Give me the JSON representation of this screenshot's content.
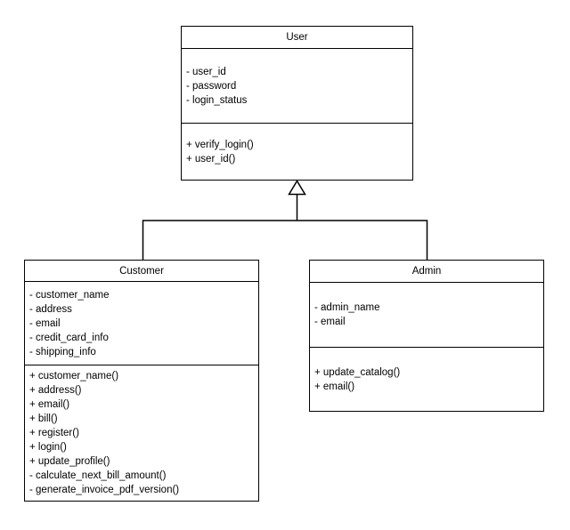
{
  "diagram": {
    "type": "uml-class-diagram",
    "background_color": "#ffffff",
    "stroke_color": "#000000",
    "text_color": "#000000",
    "classes": [
      {
        "name": "User",
        "attributes": [
          "- user_id",
          "- password",
          "- login_status"
        ],
        "methods": [
          "+ verify_login()",
          "+ user_id()"
        ]
      },
      {
        "name": "Customer",
        "attributes": [
          "- customer_name",
          "- address",
          "- email",
          "- credit_card_info",
          "- shipping_info"
        ],
        "methods": [
          "+ customer_name()",
          "+ address()",
          "+ email()",
          "+ bill()",
          "+ register()",
          "+ login()",
          "+ update_profile()",
          "- calculate_next_bill_amount()",
          "- generate_invoice_pdf_version()"
        ]
      },
      {
        "name": "Admin",
        "attributes": [
          "- admin_name",
          "- email"
        ],
        "methods": [
          "+ update_catalog()",
          "+ email()"
        ]
      }
    ],
    "relationships": [
      {
        "type": "generalization",
        "from": "Customer",
        "to": "User"
      },
      {
        "type": "generalization",
        "from": "Admin",
        "to": "User"
      }
    ]
  }
}
